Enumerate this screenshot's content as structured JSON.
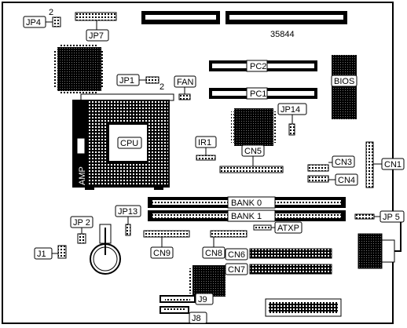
{
  "board": {
    "model_number": "35844"
  },
  "labels": {
    "jp4": "JP4",
    "jp4_pin": "2",
    "jp7": "JP7",
    "jp1": "JP1",
    "jp1_pin": "2",
    "fan": "FAN",
    "pc2": "PC2",
    "pc1": "PC1",
    "bios": "BIOS",
    "jp14": "JP14",
    "cpu": "CPU",
    "amp": "AMP",
    "ir1": "IR1",
    "cn5": "CN5",
    "cn3": "CN3",
    "cn4": "CN4",
    "cn1": "CN1",
    "bank0": "BANK 0",
    "bank1": "BANK 1",
    "jp5": "JP 5",
    "atxp": "ATXP",
    "jp2": "JP 2",
    "jp13": "JP13",
    "j1": "J1",
    "cn9": "CN9",
    "cn8": "CN8",
    "cn6": "CN6",
    "cn7": "CN7",
    "j9": "J9",
    "j8": "J8"
  },
  "colors": {
    "ink": "#000000",
    "paper": "#ffffff"
  }
}
